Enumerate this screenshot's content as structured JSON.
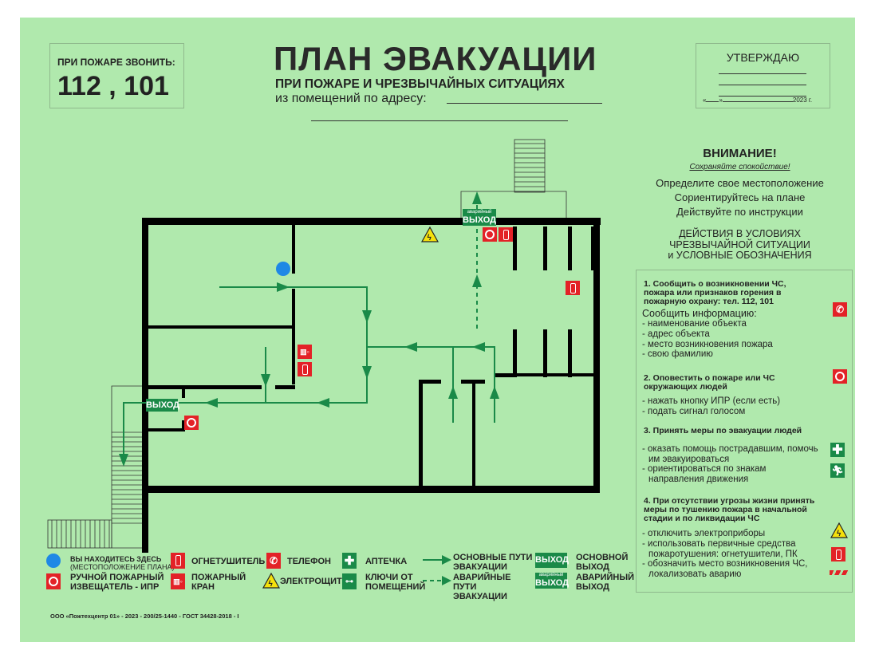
{
  "call_box": {
    "label": "ПРИ ПОЖАРЕ ЗВОНИТЬ:",
    "numbers": "112 , 101"
  },
  "title": {
    "main": "ПЛАН ЭВАКУАЦИИ",
    "sub": "ПРИ ПОЖАРЕ И ЧРЕЗВЫЧАЙНЫХ СИТУАЦИЯХ",
    "address": "из помещений по адресу:"
  },
  "approve": {
    "title": "УТВЕРЖДАЮ",
    "date_open": "«",
    "date_close": "»",
    "year": "2023 г."
  },
  "attention": {
    "title": "ВНИМАНИЕ!",
    "subtitle": "Сохраняйте спокойствие!",
    "lines": [
      "Определите свое местоположение",
      "Сориентируйтесь на плане",
      "Действуйте по инструкции"
    ]
  },
  "actions": {
    "heading": [
      "ДЕЙСТВИЯ В УСЛОВИЯХ",
      "ЧРЕЗВЫЧАЙНОЙ СИТУАЦИИ",
      "и УСЛОВНЫЕ ОБОЗНАЧЕНИЯ"
    ],
    "s1_title": "1. Сообщить о возникновении ЧС, пожара или признаков горения в пожарную охрану: тел. 112, 101",
    "s1_lead": "Сообщить информацию:",
    "s1_items": [
      "- наименование объекта",
      "- адрес объекта",
      "- место возникновения пожара",
      "- свою фамилию"
    ],
    "s2_title": "2. Оповестить о пожаре или ЧС окружающих людей",
    "s2_items": [
      "- нажать кнопку ИПР (если есть)",
      "- подать сигнал голосом"
    ],
    "s3_title": "3. Принять меры по эвакуации людей",
    "s3_items": [
      "- оказать помощь пострадавшим, помочь им эвакуироваться",
      "- ориентироваться по знакам направления движения"
    ],
    "s4_title": "4. При отсутствии угрозы жизни принять меры по тушению пожара в начальной стадии и по  ликвидации ЧС",
    "s4_items": [
      "- отключить электроприборы",
      "- использовать первичные средства пожаротушения: огнетушители, ПК",
      "- обозначить место возникновения ЧС, локализовать аварию"
    ]
  },
  "plan": {
    "exit_main": "ВЫХОД",
    "exit_emergency_small": "аварийный",
    "exit_emergency": "ВЫХОД",
    "electro_symbol": "ϟ"
  },
  "legend": {
    "you_are_here": "ВЫ НАХОДИТЕСЬ ЗДЕСЬ",
    "you_are_here_sub": "(МЕСТОПОЛОЖЕНИЕ ПЛАНА)",
    "extinguisher": "ОГНЕТУШИТЕЛЬ",
    "phone": "ТЕЛЕФОН",
    "first_aid": "АПТЕЧКА",
    "main_routes": "ОСНОВНЫЕ ПУТИ ЭВАКУАЦИИ",
    "main_exit_badge": "ВЫХОД",
    "main_exit": "ОСНОВНОЙ ВЫХОД",
    "call_point": "РУЧНОЙ ПОЖАРНЫЙ ИЗВЕЩАТЕЛЬ - ИПР",
    "hydrant": "ПОЖАРНЫЙ КРАН",
    "electro": "ЭЛЕКТРОЩИТ",
    "keys": "КЛЮЧИ ОТ ПОМЕЩЕНИЙ",
    "emergency_routes": "АВАРИЙНЫЕ ПУТИ ЭВАКУАЦИИ",
    "emergency_exit_badge_small": "аварийный",
    "emergency_exit_badge": "ВЫХОД",
    "emergency_exit": "АВАРИЙНЫЙ ВЫХОД"
  },
  "footer": "ООО «Пожтехцентр 01» - 2023 - 200/25-1440 - ГОСТ 34428-2018 - I",
  "colors": {
    "background": "#b0e9ad",
    "route": "#1a8a48",
    "sign_red": "#e32227",
    "wall": "#000000",
    "you_are_here": "#1e88e5"
  }
}
